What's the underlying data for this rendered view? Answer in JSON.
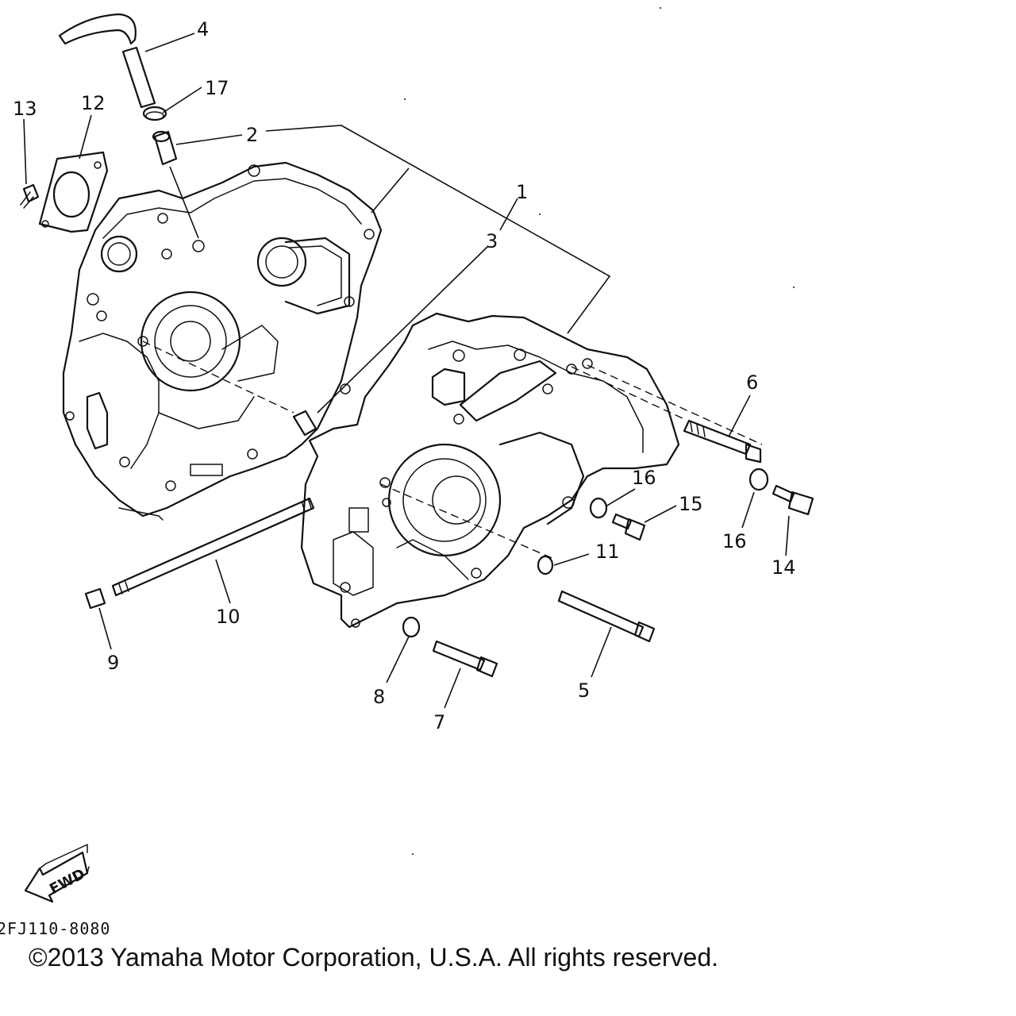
{
  "diagram": {
    "callouts": [
      {
        "id": "1",
        "text": "1"
      },
      {
        "id": "2",
        "text": "2"
      },
      {
        "id": "3",
        "text": "3"
      },
      {
        "id": "4",
        "text": "4"
      },
      {
        "id": "5",
        "text": "5"
      },
      {
        "id": "6",
        "text": "6"
      },
      {
        "id": "7",
        "text": "7"
      },
      {
        "id": "8",
        "text": "8"
      },
      {
        "id": "9",
        "text": "9"
      },
      {
        "id": "10",
        "text": "10"
      },
      {
        "id": "11",
        "text": "11"
      },
      {
        "id": "12",
        "text": "12"
      },
      {
        "id": "13",
        "text": "13"
      },
      {
        "id": "14",
        "text": "14"
      },
      {
        "id": "15",
        "text": "15"
      },
      {
        "id": "16a",
        "text": "16"
      },
      {
        "id": "16b",
        "text": "16"
      },
      {
        "id": "17",
        "text": "17"
      }
    ],
    "fwd_label": "FWD",
    "part_code": "2FJ110-8080",
    "copyright": "©2013 Yamaha Motor Corporation, U.S.A. All rights reserved."
  }
}
